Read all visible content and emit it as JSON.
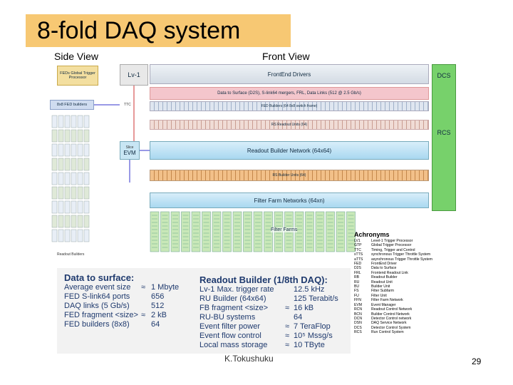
{
  "title": "8-fold DAQ system",
  "side_view_label": "Side View",
  "front_view_label": "Front View",
  "diagram": {
    "feds": "FEDs Global Trigger Processor",
    "lv1": "Lv-1",
    "frontend": "FrontEnd Drivers",
    "dcs": "DCS",
    "d2s": "Data to Surface (D2S), S-link64 mergers, FRL, Data Links (512 @ 2.5 Gb/s)",
    "fed_builders": "FED Builders (64 8x8 switch frame)",
    "rs_readout": "RS Readout Units (64)",
    "rcs": "RCS",
    "evm_slice": "Slice",
    "evm": "EVM",
    "rbn": "Readout Builder Network (64x64)",
    "rs_builder": "RS Builder Units (64)",
    "ffn": "Filter Farm Networks (64xn)",
    "filter_farms": "Filter Farms",
    "readout_builders": "Readout Builders",
    "ttc": "TTC",
    "ds_fed": "8x8 FED builders"
  },
  "acronyms": {
    "heading": "Achronyms",
    "items": [
      {
        "a": "LV1",
        "d": "Level-1 Trigger Processor"
      },
      {
        "a": "GTP",
        "d": "Global Trigger Processor"
      },
      {
        "a": "TTC",
        "d": "Timing, Trigger and Control"
      },
      {
        "a": "sTTS",
        "d": "synchronous Trigger Throttle System"
      },
      {
        "a": "aTTS",
        "d": "asynchronous Trigger Throttle System"
      },
      {
        "a": "FED",
        "d": "FrontEnd Driver"
      },
      {
        "a": "D2S",
        "d": "Data to Surface"
      },
      {
        "a": "FRL",
        "d": "Frontend Readout Link"
      },
      {
        "a": "RB",
        "d": "Readout Builder"
      },
      {
        "a": "RU",
        "d": "Readout Unit"
      },
      {
        "a": "BU",
        "d": "Builder Unit"
      },
      {
        "a": "FS",
        "d": "Filter Subfarm"
      },
      {
        "a": "FU",
        "d": "Filter Unit"
      },
      {
        "a": "FFN",
        "d": "Filter Farm Network"
      },
      {
        "a": "EVM",
        "d": "Event Manager"
      },
      {
        "a": "RCN",
        "d": "Readout Control Network"
      },
      {
        "a": "BCN",
        "d": "Builder Control Network"
      },
      {
        "a": "DCN",
        "d": "Detector Control network"
      },
      {
        "a": "DSN",
        "d": "DAQ Service Network"
      },
      {
        "a": "DCS",
        "d": "Detector Control System"
      },
      {
        "a": "RCS",
        "d": "Run Control System"
      }
    ]
  },
  "surface": {
    "heading": "Data to surface:",
    "rows": [
      {
        "l": "Average event size",
        "op": "≈",
        "v": "1 Mbyte"
      },
      {
        "l": "FED S-link64 ports",
        "op": "",
        "v": "656"
      },
      {
        "l": "DAQ links (5 Gb/s)",
        "op": "",
        "v": "512"
      },
      {
        "l": "FED fragment <size>",
        "op": "≈",
        "v": "2 kB"
      },
      {
        "l": "FED builders (8x8)",
        "op": "",
        "v": "64"
      }
    ]
  },
  "readout": {
    "heading": "Readout Builder (1/8th DAQ):",
    "rows": [
      {
        "l": "Lv-1 Max. trigger rate",
        "op": "",
        "v": "12.5 kHz"
      },
      {
        "l": "RU Builder (64x64)",
        "op": "",
        "v": "125 Terabit/s"
      },
      {
        "l": "FB fragment <size>",
        "op": "≈",
        "v": "16 kB"
      },
      {
        "l": "RU-BU systems",
        "op": "",
        "v": "64"
      },
      {
        "l": "Event filter power",
        "op": "≈",
        "v": "7 TeraFlop"
      },
      {
        "l": "Event flow control",
        "op": "≈",
        "v": "10⁵ Mssg/s"
      },
      {
        "l": "Local mass storage",
        "op": "≈",
        "v": "10 TByte"
      }
    ]
  },
  "footer": "K.Tokushuku",
  "page_number": "29"
}
